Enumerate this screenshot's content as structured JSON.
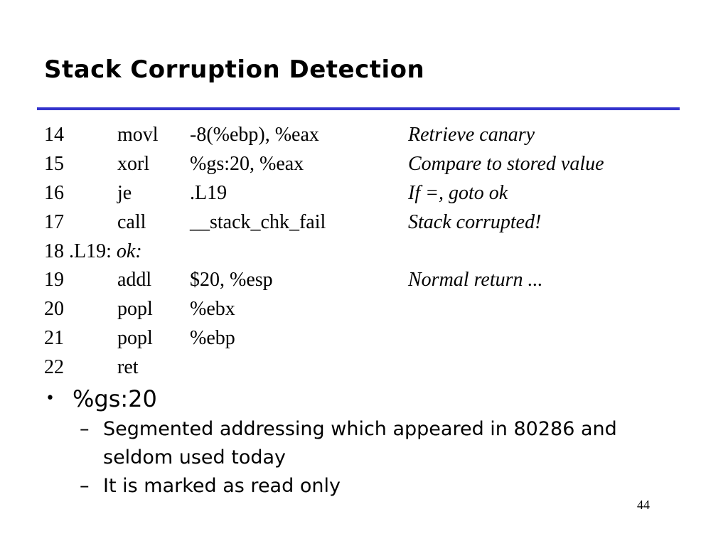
{
  "slide": {
    "title": "Stack Corruption Detection",
    "page_number": "44",
    "accent_color": "#3333cc"
  },
  "code_lines": [
    {
      "num": "14",
      "op": "movl",
      "args": "-8(%ebp), %eax",
      "comment": "Retrieve canary"
    },
    {
      "num": "15",
      "op": "xorl",
      "args": "%gs:20, %eax",
      "comment": "Compare to stored value"
    },
    {
      "num": "16",
      "op": "je",
      "args": ".L19",
      "comment": "If =, goto ok"
    },
    {
      "num": "17",
      "op": "call",
      "args": "__stack_chk_fail",
      "comment": "Stack corrupted!"
    },
    {
      "label_prefix": "18 .L19:",
      "label_comment": "ok:"
    },
    {
      "num": "19",
      "op": "addl",
      "args": "$20, %esp",
      "comment": "Normal return ..."
    },
    {
      "num": "20",
      "op": "popl",
      "args": "%ebx",
      "comment": ""
    },
    {
      "num": "21",
      "op": "popl",
      "args": "%ebp",
      "comment": ""
    },
    {
      "num": "22",
      "op": "ret",
      "args": "",
      "comment": ""
    }
  ],
  "bullets": {
    "main": {
      "marker": "•",
      "text": "%gs:20"
    },
    "sub": [
      {
        "marker": "–",
        "text": "Segmented addressing which appeared in 80286 and seldom used today"
      },
      {
        "marker": "–",
        "text": "It is marked as read only"
      }
    ]
  }
}
